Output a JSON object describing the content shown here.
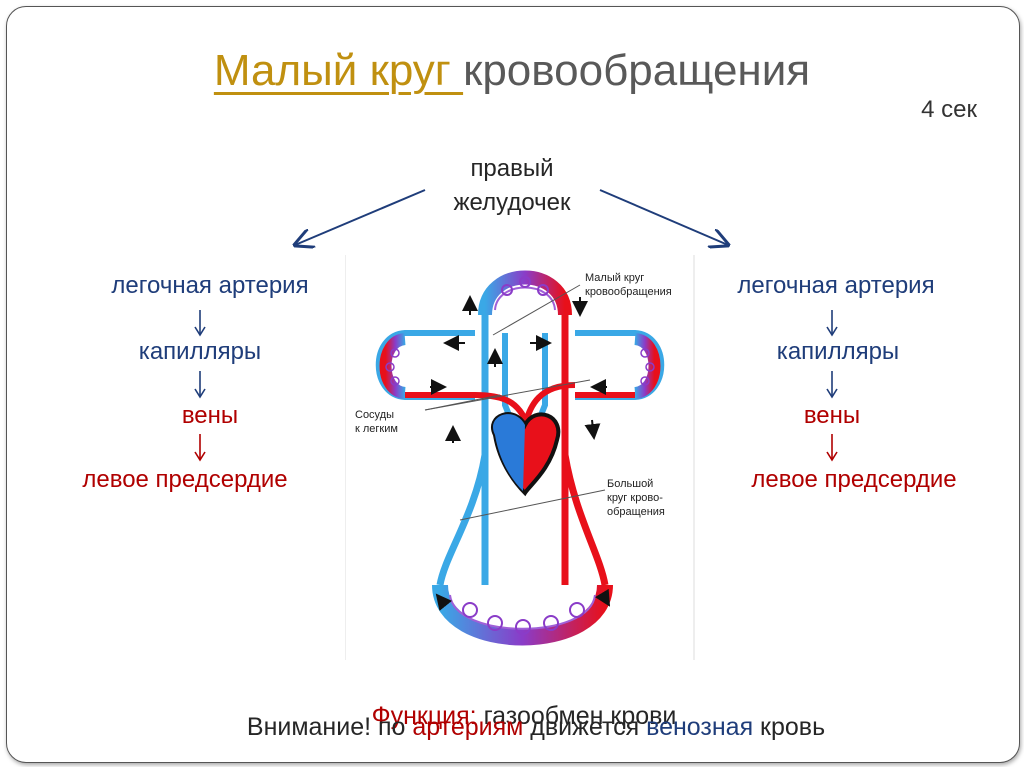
{
  "title": {
    "highlight": "Малый круг ",
    "rest": "кровообращения"
  },
  "time": "4 сек",
  "center": {
    "line1": "правый",
    "line2": "желудочек"
  },
  "left_chain": {
    "artery": "легочная артерия",
    "capillaries": "капилляры",
    "veins": "вены",
    "atrium": "левое предсердие"
  },
  "right_chain": {
    "artery": "легочная артерия",
    "capillaries": "капилляры",
    "veins": "вены",
    "atrium": "левое предсердие"
  },
  "diagram_labels": {
    "small_circle": [
      "Малый круг",
      "кровообращения"
    ],
    "lung_vessels": [
      "Сосуды",
      "к легким"
    ],
    "big_circle": [
      "Большой",
      "круг крово-",
      "обращения"
    ]
  },
  "footer": {
    "function_label": "Функция:",
    "function_text": " газообмен крови",
    "warn_1": "Внимание! по ",
    "warn_arteries": "артериям",
    "warn_2": " движется ",
    "warn_venous": "венозная",
    "warn_3": " кровь"
  },
  "colors": {
    "title_accent": "#c09010",
    "blue_text": "#1f3d7a",
    "red_text": "#b00000",
    "artery_red": "#e8101a",
    "vein_blue": "#3aa8e6",
    "capillary_purple": "#8a3cc8"
  }
}
